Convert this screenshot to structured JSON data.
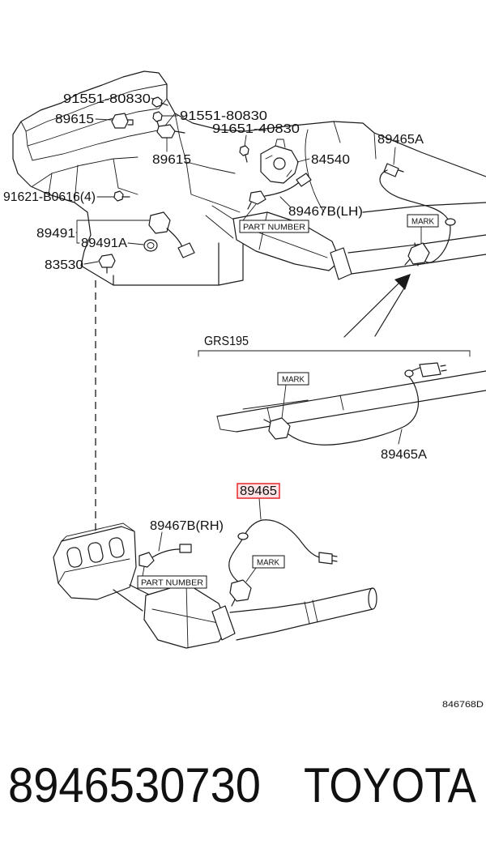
{
  "diagram": {
    "section_label": "GRS195",
    "illustration_code": "846768D",
    "colors": {
      "line": "#1a1a1a",
      "highlight_border": "#e5262d",
      "highlight_fill": "#fde4e4",
      "highlight_text": "#8a1212"
    },
    "callouts": [
      {
        "label": "91551-80830",
        "highlighted": false
      },
      {
        "label": "89615",
        "highlighted": false
      },
      {
        "label": "91551-80830",
        "highlighted": false
      },
      {
        "label": "91651-40830",
        "highlighted": false
      },
      {
        "label": "89615",
        "highlighted": false
      },
      {
        "label": "89465A",
        "highlighted": false
      },
      {
        "label": "84540",
        "highlighted": false
      },
      {
        "label": "91621-B0616(4)",
        "highlighted": false
      },
      {
        "label": "89467B(LH)",
        "highlighted": false
      },
      {
        "label": "89491",
        "highlighted": false
      },
      {
        "label": "89491A",
        "highlighted": false
      },
      {
        "label": "83530",
        "highlighted": false
      },
      {
        "label": "89465A",
        "highlighted": false
      },
      {
        "label": "89465",
        "highlighted": true
      },
      {
        "label": "89467B(RH)",
        "highlighted": false
      }
    ],
    "tags": [
      {
        "label": "PART NUMBER"
      },
      {
        "label": "MARK"
      },
      {
        "label": "MARK"
      },
      {
        "label": "MARK"
      },
      {
        "label": "PART NUMBER"
      }
    ]
  },
  "footer": {
    "part_number": "8946530730",
    "brand": "TOYOTA"
  }
}
